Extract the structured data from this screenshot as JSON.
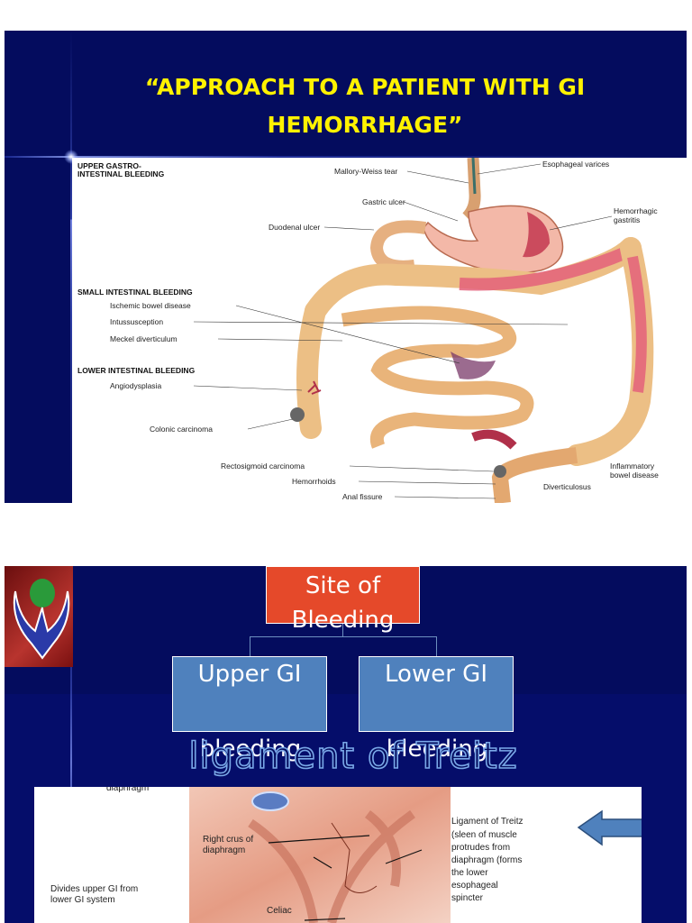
{
  "slide1": {
    "title_line1": "“APPROACH TO A PATIENT WITH GI",
    "title_line2": "HEMORRHAGE”",
    "diagram": {
      "header_upper_1": "UPPER GASTRO-",
      "header_upper_2": "INTESTINAL BLEEDING",
      "header_small": "SMALL INTESTINAL BLEEDING",
      "header_lower": "LOWER INTESTINAL BLEEDING",
      "labels": {
        "mallory_weiss": "Mallory-Weiss tear",
        "esophageal_varices": "Esophageal varices",
        "gastric_ulcer": "Gastric ulcer",
        "hemorrhagic_1": "Hemorrhagic",
        "hemorrhagic_2": "gastritis",
        "duodenal_ulcer": "Duodenal ulcer",
        "ischemic": "Ischemic bowel disease",
        "intussusception": "Intussusception",
        "meckel": "Meckel diverticulum",
        "angiodysplasia": "Angiodysplasia",
        "colonic_carcinoma": "Colonic carcinoma",
        "rectosigmoid": "Rectosigmoid carcinoma",
        "hemorrhoids": "Hemorrhoids",
        "anal_fissure": "Anal fissure",
        "ibd_1": "Inflammatory",
        "ibd_2": "bowel disease",
        "diverticulosis": "Diverticulosus"
      }
    }
  },
  "slide2": {
    "site_line1": "Site of",
    "site_line2": "Bleeding",
    "upper_line1": "Upper GI",
    "upper_line2": "bleeding",
    "lower_line1": "Lower GI",
    "lower_line2": "bleeding",
    "treitz_title": "ligament of Treitz",
    "image_labels": {
      "diaphragm": "diaphragm",
      "right_crus_1": "Right crus of",
      "right_crus_2": "diaphragm",
      "celiac": "Celiac",
      "divides_1": "Divides upper GI from",
      "divides_2": "lower GI system",
      "lig_1": "Ligament of Treitz",
      "lig_2": "(sleen of muscle",
      "lig_3": "protrudes from",
      "lig_4": "diaphragm (forms",
      "lig_5": "the lower",
      "lig_6": "esophageal",
      "lig_7": "spincter"
    }
  },
  "colors": {
    "slide_bg": "#040c5e",
    "title_yellow": "#fff200",
    "site_box": "#e5492a",
    "gi_box": "#4f81bd",
    "arrow_blue": "#4f81bd"
  }
}
